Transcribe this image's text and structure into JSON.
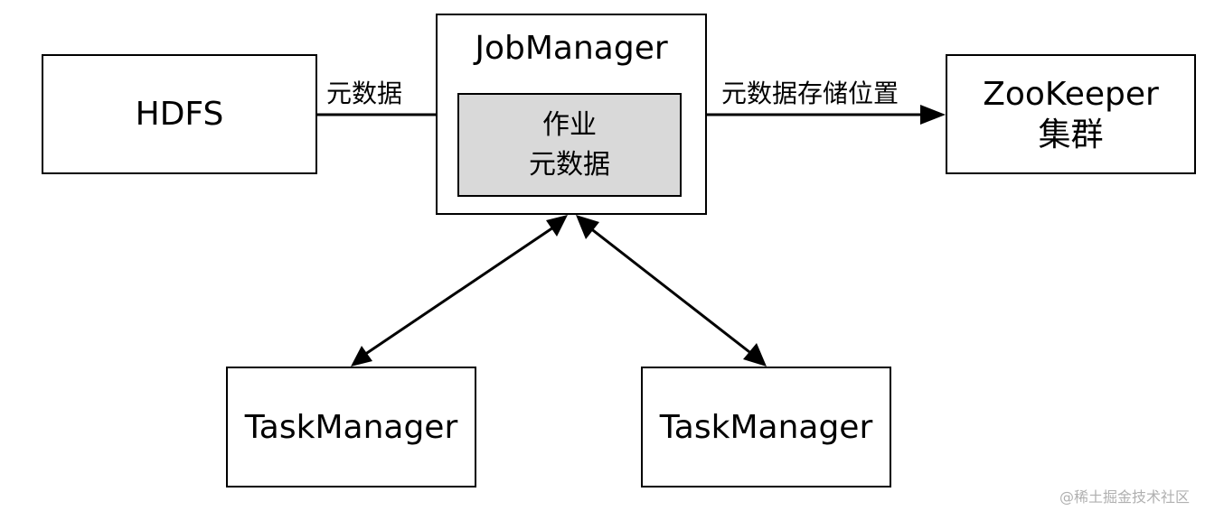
{
  "nodes": {
    "hdfs": {
      "label": "HDFS"
    },
    "jobmanager": {
      "label": "JobManager",
      "inner_line1": "作业",
      "inner_line2": "元数据"
    },
    "zookeeper": {
      "line1": "ZooKeeper",
      "line2": "集群"
    },
    "taskmanager_left": {
      "label": "TaskManager"
    },
    "taskmanager_right": {
      "label": "TaskManager"
    }
  },
  "edges": {
    "jm_to_hdfs": {
      "label": "元数据"
    },
    "jm_to_zookeeper": {
      "label": "元数据存储位置"
    }
  },
  "watermark": "@稀土掘金技术社区",
  "colors": {
    "inner_box_fill": "#d9d9d9",
    "stroke": "#000000"
  }
}
